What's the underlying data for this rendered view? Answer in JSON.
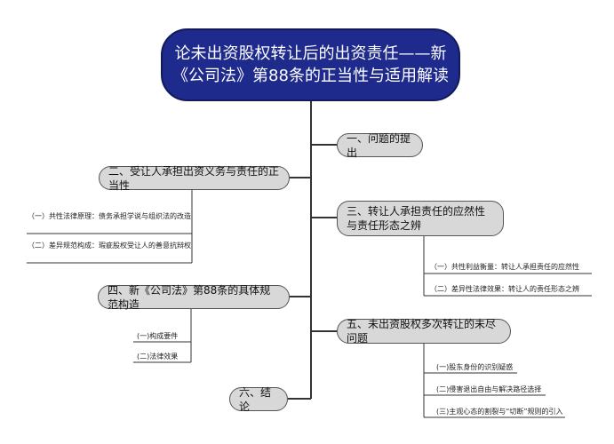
{
  "title": {
    "line1": "论未出资股权转让后的出资责任——新",
    "line2": "《公司法》第88条的正当性与适用解读"
  },
  "topics": {
    "t1": "一、问题的提出",
    "t2": "二、受让人承担出资义务与责任的正当性",
    "t3": "三、转让人承担责任的应然性与责任形态之辨",
    "t4": "四、新《公司法》第88条的具体规范构造",
    "t5": "五、未出资股权多次转让的未尽问题",
    "t6": "六、结论"
  },
  "leaves": {
    "t2_1": "（一）共性法律原理：债务承担学说与组织法的改造",
    "t2_2": "（二）差异规范构成：瑕疵股权受让人的善意抗辩权",
    "t3_1": "（一）共性利益衡量：转让人承担责任的应然性",
    "t3_2": "（二）差异性法律效果：转让人的责任形态之辨",
    "t4_1": "(一)构成要件",
    "t4_2": "(二)法律效果",
    "t5_1": "(一)股东身份的识别疑惑",
    "t5_2": "(二)侵害退出自由与解决路径选择",
    "t5_3": "(三)主观心态的割裂与“切断”规则的引入"
  },
  "colors": {
    "root_fill": "#1e2a8c",
    "topic_fill": "#d8d8d8",
    "line": "#333333"
  }
}
